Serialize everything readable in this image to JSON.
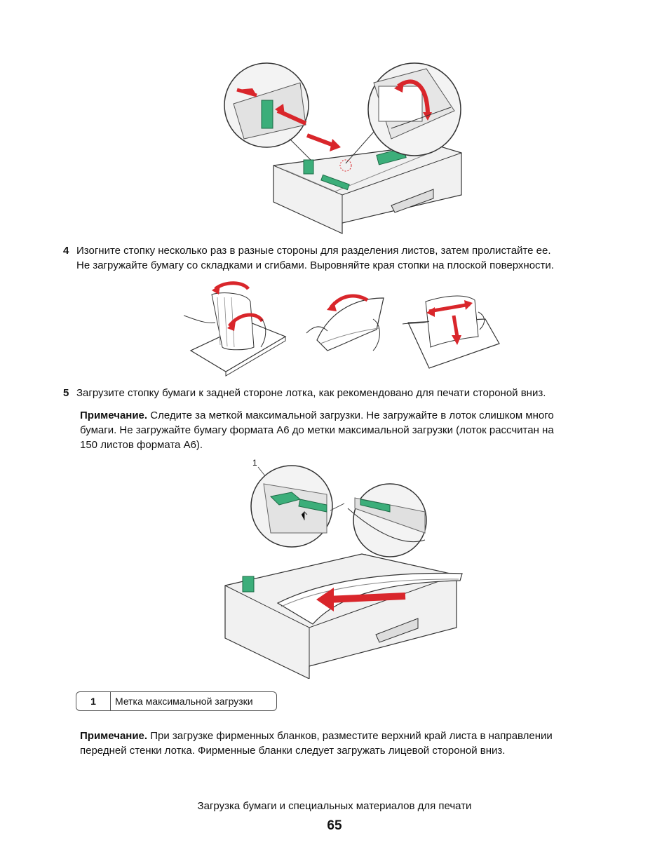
{
  "figures": {
    "top": {
      "icon": "paper-tray-guide-illustration"
    },
    "middle": {
      "icon": "flex-paper-stack-illustration"
    },
    "bottom": {
      "icon": "load-paper-tray-illustration",
      "callout": "1"
    }
  },
  "steps": [
    {
      "number": "4",
      "lines": [
        "Изогните стопку несколько раз в разные стороны для разделения листов, затем пролистайте ее.",
        "Не загружайте бумагу со складками и сгибами. Выровняйте края стопки на плоской поверхности."
      ]
    },
    {
      "number": "5",
      "lines": [
        "Загрузите стопку бумаги к задней стороне лотка, как рекомендовано для печати стороной вниз."
      ]
    }
  ],
  "note1": {
    "label": "Примечание.",
    "lines": [
      " Следите за меткой максимальной загрузки. Не загружайте в лоток слишком много",
      "бумаги. Не загружайте бумагу формата А6 до метки максимальной загрузки (лоток рассчитан на",
      "150 листов формата А6)."
    ]
  },
  "callout_table": {
    "number": "1",
    "label": "Метка максимальной загрузки"
  },
  "note2": {
    "label": "Примечание.",
    "lines": [
      " При загрузке фирменных бланков, разместите верхний край листа в направлении",
      "передней стенки лотка. Фирменные бланки следует загружать лицевой стороной вниз."
    ]
  },
  "footer": {
    "title": "Загрузка бумаги и специальных материалов для печати",
    "page": "65"
  },
  "colors": {
    "arrow": "#d9262b",
    "guide": "#3cae7a",
    "line": "#333333"
  }
}
